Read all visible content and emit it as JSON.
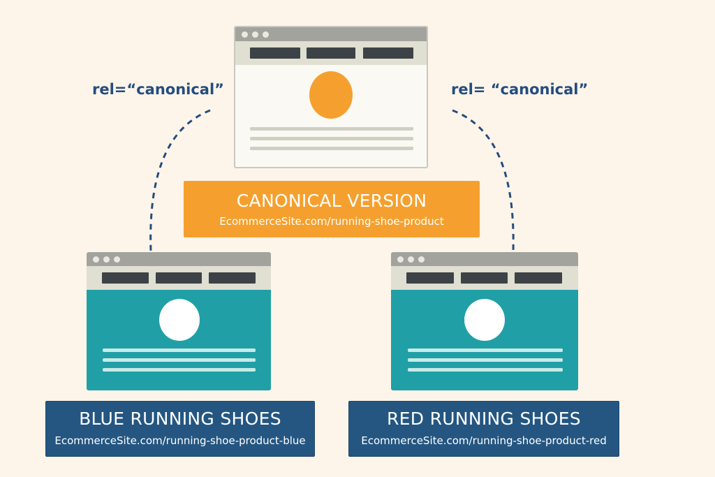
{
  "colors": {
    "background": "#fdf5e9",
    "canonical_orange": "#f5a02e",
    "variant_teal": "#20a0a6",
    "label_navy": "#245681",
    "rel_text": "#244d80"
  },
  "rel_labels": {
    "left": "rel=“canonical”",
    "right": "rel= “canonical”"
  },
  "canonical": {
    "title": "CANONICAL VERSION",
    "url": "EcommerceSite.com/running-shoe-product"
  },
  "variants": [
    {
      "title": "BLUE RUNNING SHOES",
      "url": "EcommerceSite.com/running-shoe-product-blue"
    },
    {
      "title": "RED RUNNING SHOES",
      "url": "EcommerceSite.com/running-shoe-product-red"
    }
  ]
}
